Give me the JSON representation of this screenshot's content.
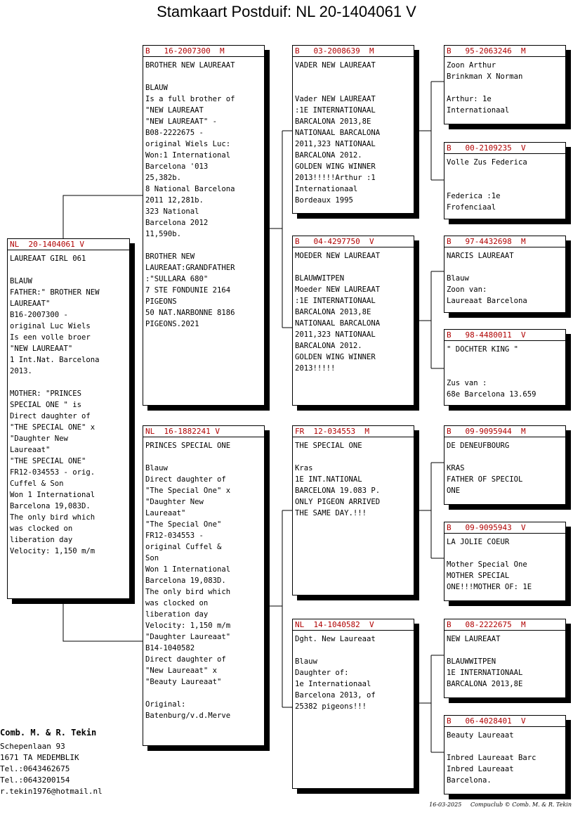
{
  "title": "Stamkaart Postduif: NL  20-1404061 V",
  "cards": {
    "subject": {
      "ring": "NL  20-1404061 V",
      "text": "LAUREAAT GIRL 061\n\nBLAUW\nFATHER:\" BROTHER NEW\nLAUREAAT\"\nB16-2007300 -\noriginal Luc Wiels\nIs een volle broer\n\"NEW LAUREAAT\"\n1 Int.Nat. Barcelona\n2013.\n\nMOTHER: \"PRINCES\nSPECIAL ONE \" is\nDirect daughter of\n\"THE SPECIAL ONE\" x\n\"Daughter New\nLaureaat\"\n\"THE SPECIAL ONE\"\nFR12-034553 - orig.\nCuffel & Son\nWon 1 International\nBarcelona 19,083D.\nThe only bird which\nwas clocked on\nliberation day\nVelocity: 1,150 m/m"
    },
    "father": {
      "ring": "B   16-2007300  M",
      "text": "BROTHER NEW LAUREAAT\n\nBLAUW\nIs a full brother of\n\"NEW LAUREAAT\n\"NEW LAUREAAT\" -\nB08-2222675 -\noriginal Wiels Luc:\nWon:1 International\nBarcelona '013\n25,382b.\n8 National Barcelona\n2011 12,281b.\n323 National\nBarcelona 2012\n11,590b.\n\nBROTHER NEW\nLAUREAAT:GRANDFATHER\n:\"SULLARA 680\"\n7 STE FONDUNIE 2164\nPIGEONS\n50 NAT.NARBONNE 8186\nPIGEONS.2021"
    },
    "mother": {
      "ring": "NL  16-1882241 V",
      "text": "PRINCES SPECIAL ONE\n\nBlauw\nDirect daughter of\n\"The Special One\" x\n\"Daughter New\nLaureaat\"\n\"The Special One\"\nFR12-034553 -\noriginal Cuffel &\nSon\nWon 1 International\nBarcelona 19,083D.\nThe only bird which\nwas clocked on\nliberation day\nVelocity: 1,150 m/m\n\"Daughter Laureaat\"\nB14-1040582\nDirect daughter of\n\"New Laureaat\" x\n\"Beauty Laureaat\"\n\nOriginal:\nBatenburg/v.d.Merve"
    },
    "ff": {
      "ring": "B   03-2008639  M",
      "text": "VADER NEW LAUREAAT\n\n\nVader NEW LAUREAAT\n:1E INTERNATIONAAL\nBARCALONA 2013,8E\nNATIONAAL BARCALONA\n2011,323 NATIONAAL\nBARCALONA 2012.\nGOLDEN WING WINNER\n2013!!!!!Arthur :1\nInternationaal\nBordeaux 1995"
    },
    "fm": {
      "ring": "B   04-4297750  V",
      "text": "MOEDER NEW LAUREAAT\n\nBLAUWWITPEN\nMoeder NEW LAUREAAT\n:1E INTERNATIONAAL\nBARCALONA 2013,8E\nNATIONAAL BARCALONA\n2011,323 NATIONAAL\nBARCALONA 2012.\nGOLDEN WING WINNER\n2013!!!!!"
    },
    "mf": {
      "ring": "FR  12-034553  M",
      "text": "THE SPECIAL ONE\n\nKras\n1E INT.NATIONAL\nBARCELONA 19.083 P.\nONLY PIGEON ARRIVED\nTHE SAME DAY.!!!"
    },
    "mm": {
      "ring": "NL  14-1040582  V",
      "text": "Dght. New Laureaat\n\nBlauw\nDaughter of:\n1e Internationaal\nBarcelona 2013, of\n25382 pigeons!!!"
    },
    "fff": {
      "ring": "B   95-2063246  M",
      "text": "Zoon Arthur\nBrinkman X Norman\n\nArthur: 1e\nInternationaal"
    },
    "ffm": {
      "ring": "B   00-2109235  V",
      "text": "Volle Zus Federica\n\n\nFederica :1e\nFrofenciaal"
    },
    "fmf": {
      "ring": "B   97-4432698  M",
      "text": "NARCIS LAUREAAT\n\nBlauw\nZoon van:\nLaureaat Barcelona"
    },
    "fmm": {
      "ring": "B   98-4480011  V",
      "text": "\" DOCHTER KING \"\n\n\nZus van :\n68e Barcelona 13.659"
    },
    "mff": {
      "ring": "B   09-9095944  M",
      "text": "DE DENEUFBOURG\n\nKRAS\nFATHER OF SPECIOL\nONE"
    },
    "mfm": {
      "ring": "B   09-9095943  V",
      "text": "LA JOLIE COEUR\n\nMother Special One\nMOTHER SPECIAL\nONE!!!MOTHER OF: 1E"
    },
    "mmf": {
      "ring": "B   08-2222675  M",
      "text": "NEW LAUREAAT\n\nBLAUWWITPEN\n1E INTERNATIONAAL\nBARCALONA 2013,8E"
    },
    "mmm": {
      "ring": "B   06-4028401  V",
      "text": "Beauty Laureaat\n\nInbred Laureaat Barc\nInbred Laureaat\nBarcelona."
    }
  },
  "owner": {
    "name": "Comb. M. & R. Tekin",
    "street": "Schepenlaan 93",
    "city": "1671 TA  MEDEMBLIK",
    "tel1": "Tel.:0643462675",
    "tel2": "Tel.:0643200154",
    "email": "r.tekin1976@hotmail.nl"
  },
  "footer": {
    "date": "16-03-2025",
    "credit": "Compuclub © Comb. M. & R. Tekin"
  }
}
